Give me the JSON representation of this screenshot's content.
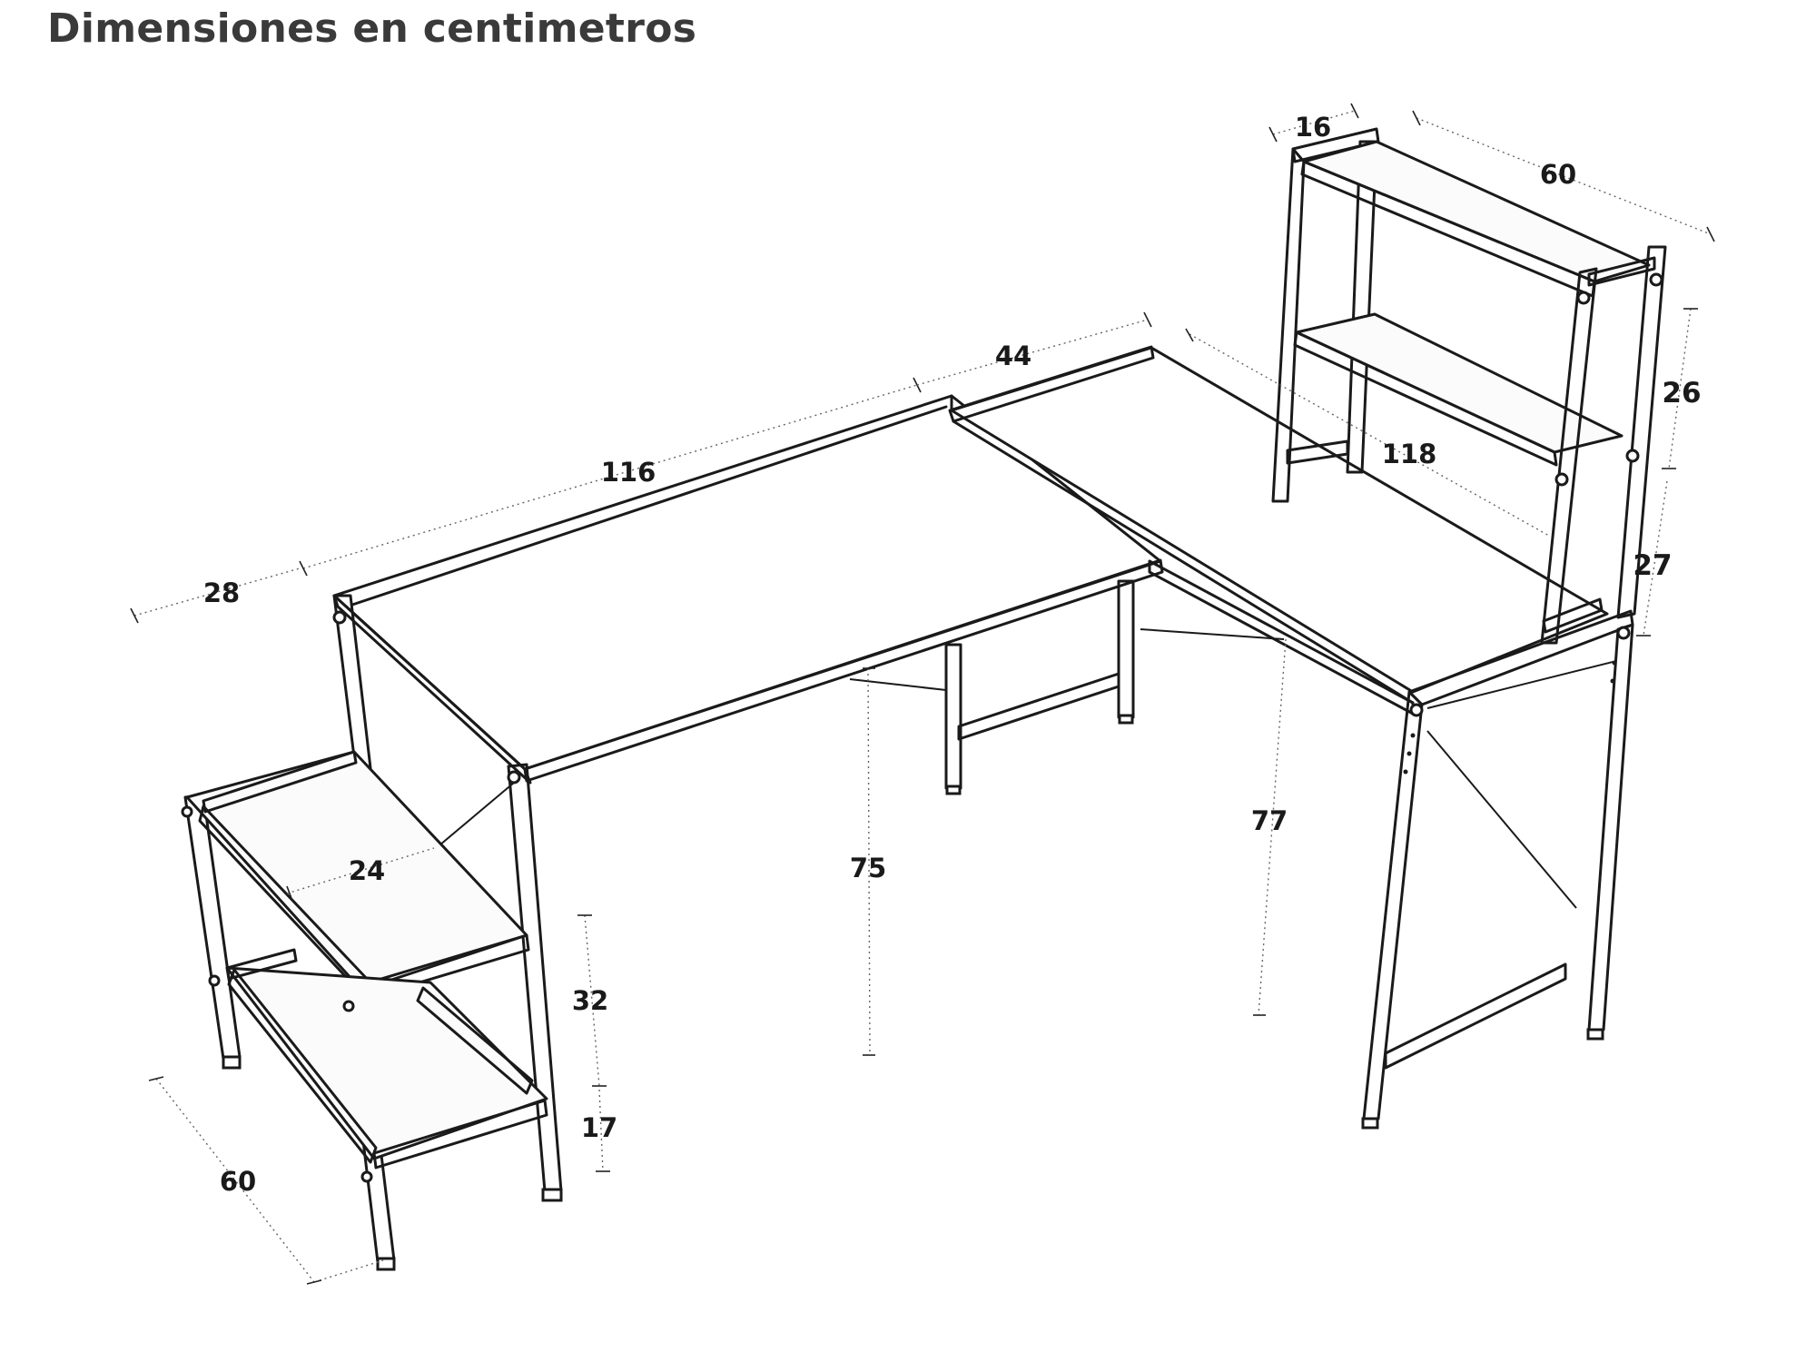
{
  "title": "Dimensiones en centimetros",
  "dimensions": {
    "top_left_width": "116",
    "top_left_step": "44",
    "top_right_length": "118",
    "shelf_depth": "28",
    "shelf_side": "24",
    "shelf_width": "60",
    "shelf_upper_height": "32",
    "shelf_lower_height": "17",
    "desk_height": "75",
    "desk_corner_height": "77",
    "hutch_depth": "16",
    "hutch_width": "60",
    "hutch_upper_height": "26",
    "hutch_lower_height": "27"
  }
}
